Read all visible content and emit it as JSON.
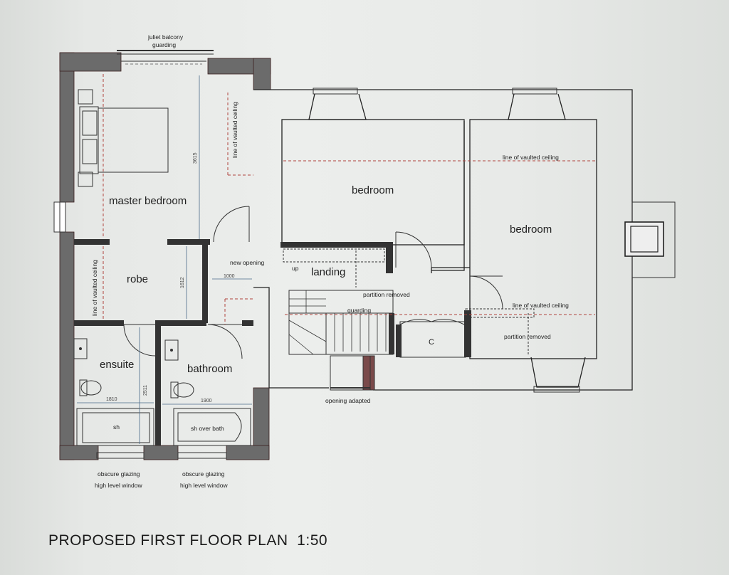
{
  "title": "PROPOSED FIRST FLOOR PLAN  1:50",
  "rooms": {
    "master_bedroom": "master bedroom",
    "robe": "robe",
    "ensuite": "ensuite",
    "bathroom": "bathroom",
    "landing": "landing",
    "bedroom_1": "bedroom",
    "bedroom_2": "bedroom",
    "cupboard": "C"
  },
  "annotations": {
    "juliet_1": "juliet balcony",
    "juliet_2": "guarding",
    "vaulted_master": "line of vaulted ceiling",
    "vaulted_robe": "line of vaulted ceiling",
    "vaulted_bed2_top": "line of vaulted ceiling",
    "vaulted_bed2_bottom": "line of vaulted ceiling",
    "new_opening": "new opening",
    "up": "up",
    "partition_removed_1": "partition removed",
    "partition_removed_2": "partition removed",
    "guarding": "guarding",
    "opening_adapted": "opening adapted",
    "shower": "sh",
    "shower_over_bath": "sh over bath",
    "obscure_1a": "obscure glazing",
    "obscure_1b": "high level window",
    "obscure_2a": "obscure glazing",
    "obscure_2b": "high level window"
  },
  "dimensions": {
    "master_height": "3615",
    "robe_height": "1612",
    "opening_width": "1000",
    "ensuite_width": "1810",
    "ensuite_height": "2511",
    "bathroom_width": "1900"
  }
}
